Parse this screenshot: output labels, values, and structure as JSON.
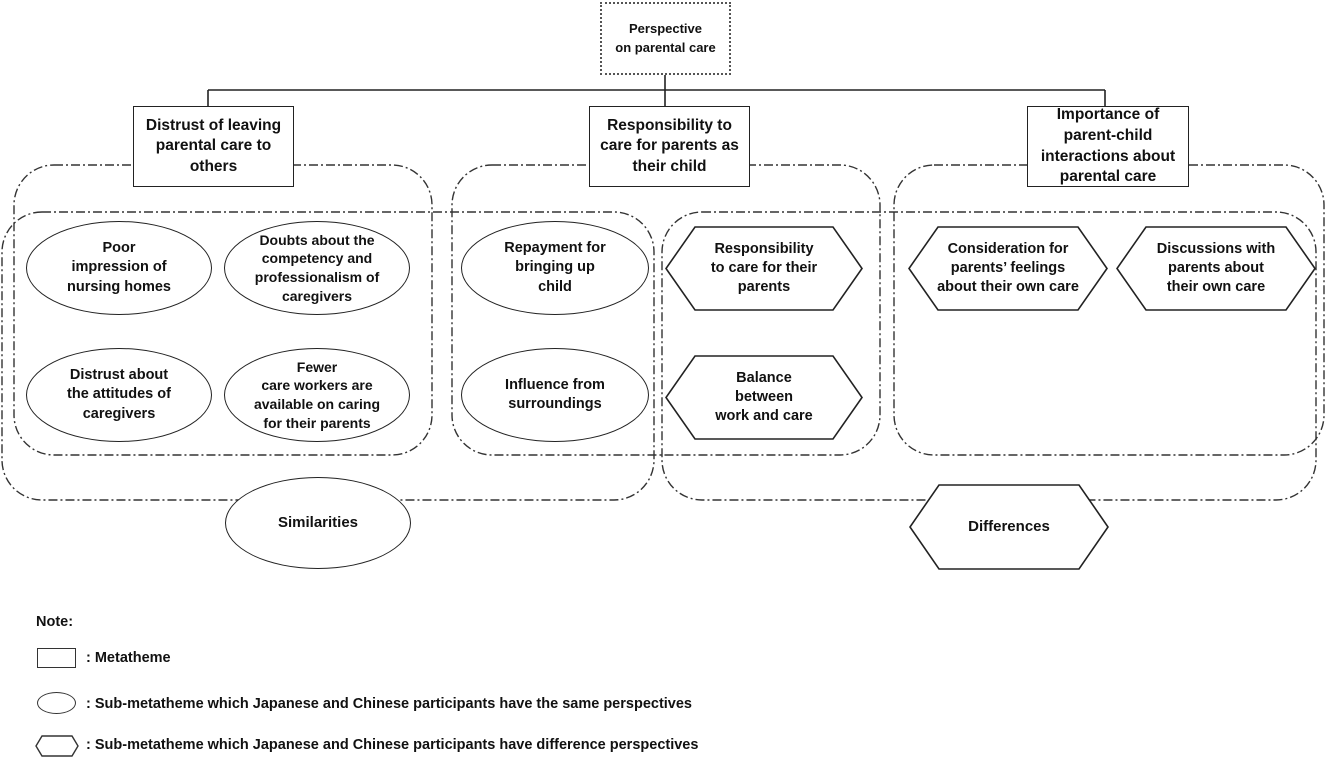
{
  "root": {
    "label": "Perspective\non parental care"
  },
  "metathemes": [
    {
      "label": "Distrust of leaving\nparental care to\nothers"
    },
    {
      "label": "Responsibility to\ncare for parents as\ntheir child"
    },
    {
      "label": "Importance of\nparent-child\ninteractions about\nparental care"
    }
  ],
  "subthemes": {
    "poor_impression": "Poor\nimpression of\nnursing homes",
    "doubts_competency": "Doubts about the\ncompetency and\nprofessionalism of\ncaregivers",
    "distrust_attitudes": "Distrust about\nthe attitudes of\ncaregivers",
    "fewer_care_workers": "Fewer\ncare workers are\navailable on caring\nfor their parents",
    "repayment": "Repayment for\nbringing up\nchild",
    "influence": "Influence from\nsurroundings",
    "responsibility_care": "Responsibility\nto care for their\nparents",
    "balance": "Balance\nbetween\nwork and care",
    "consideration": "Consideration for\nparents’ feelings\nabout their own care",
    "discussions": "Discussions with\nparents about\ntheir own care"
  },
  "groups": {
    "similarities": "Similarities",
    "differences": "Differences"
  },
  "note": {
    "title": "Note:",
    "metatheme": ": Metatheme",
    "same": ": Sub-metatheme which Japanese and Chinese participants have the same perspectives",
    "different": ": Sub-metatheme which Japanese and Chinese participants have difference perspectives"
  }
}
